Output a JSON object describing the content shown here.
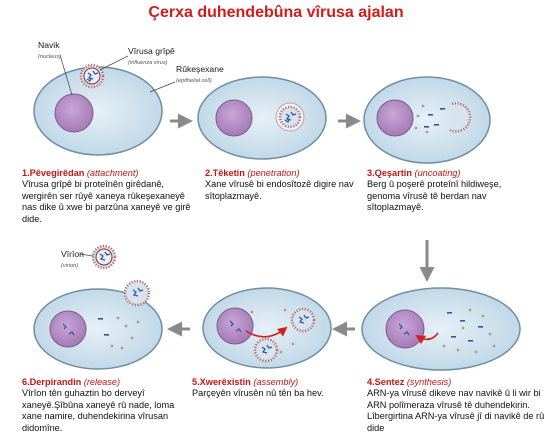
{
  "title": "Çerxa duhendebûna vîrusa ajalan",
  "labels": {
    "nucleus": "Navik",
    "nucleus_en": "(nucleus)",
    "virus": "Vîrusa grîpê",
    "virus_en": "(influenza virus)",
    "cell": "Rûkeşexane",
    "cell_en": "(epithelial cell)",
    "virion": "Vîrîon",
    "virion_en": "(virion)"
  },
  "steps": [
    {
      "num": "1.",
      "name": "Pêvegirêdan",
      "en": "(attachment)",
      "text": "Vîrusa grîpê bi proteînên girêdanê, wergirên ser rûyê xaneya rûkeşexaneyê nas dike û xwe bi parzûna xaneyê ve girê dide."
    },
    {
      "num": "2.",
      "name": "Têketin",
      "en": "(penetration)",
      "text": "Xane vîrusê bi endosîtozê digire nav sîtoplazmayê."
    },
    {
      "num": "3.",
      "name": "Qeşartin",
      "en": "(uncoating)",
      "text": "Berg û poşerê proteînî hildiweşe, genoma vîrusê tê berdan nav sîtoplazmayê."
    },
    {
      "num": "4.",
      "name": "Sentez",
      "en": "(synthesis)",
      "text": "ARN-ya vîrusê dikeve nav navikê û li wir bi ARN polîmeraza vîrusê tê duhendekirin. Lîbergirtina ARN-ya vîrusê jî di navikê de rû dide"
    },
    {
      "num": "5.",
      "name": "Xwerêxistin",
      "en": "(assembly)",
      "text": "Parçeyên vîrusên nû tên ba hev."
    },
    {
      "num": "6.",
      "name": "Derpirandin",
      "en": "(release)",
      "text": "Vîrîon tên guhaztin bo derveyî xaneyê.Şîbûna xaneyê rû nade, loma xane namire, duhendekirina vîrusan didomîne."
    }
  ]
}
